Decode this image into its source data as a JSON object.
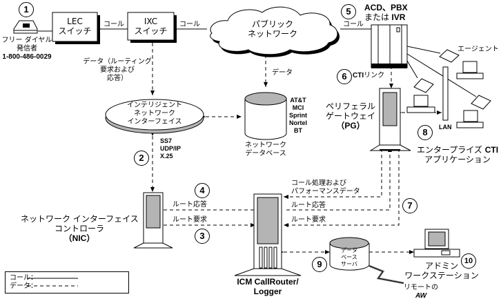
{
  "nodes": {
    "caller": {
      "line1": "フリー ダイヤル",
      "line2": "発信者",
      "phone": "1-800-486-0029"
    },
    "lec": {
      "line1": "LEC",
      "line2": "スイッチ"
    },
    "ixc": {
      "line1": "IXC",
      "line2": "スイッチ"
    },
    "public_network": {
      "line1": "パブリック",
      "line2": "ネットワーク"
    },
    "acd": {
      "line1": "ACD、PBX",
      "line2a": "または",
      "line2b": "IVR"
    },
    "agent": {
      "label": "エージェント"
    },
    "lan": {
      "label": "LAN"
    },
    "intelligent_network": {
      "line1": "インテリジェント",
      "line2": "ネットワーク",
      "line3": "インターフェイス"
    },
    "network_db": {
      "line1": "ネットワーク",
      "line2": "データベース",
      "carriers": [
        "AT&T",
        "MCI",
        "Sprint",
        "Nortel",
        "BT"
      ]
    },
    "pg": {
      "line1": "ペリフェラル",
      "line2": "ゲートウェイ",
      "line3": "（PG）"
    },
    "enterprise_cti": {
      "line1a": "エンタープライズ",
      "line1b": "CTI",
      "line2": "アプリケーション"
    },
    "nic": {
      "line1": "ネットワーク インターフェイス",
      "line2": "コントローラ",
      "line3": "（NIC）"
    },
    "callrouter": {
      "line1": "ICM CallRouter/",
      "line2": "Logger"
    },
    "db_server": {
      "line1": "データ",
      "line2": "ベース",
      "line3": "サーバ"
    },
    "admin_ws": {
      "line1": "アドミン",
      "line2": "ワークステーション"
    },
    "remote_aw": {
      "line1": "リモートの",
      "line2": "AW"
    }
  },
  "links": {
    "call_label": "コール",
    "data_routing": {
      "line1": "データ（ルーティング",
      "line2": "要求および",
      "line3": "応答）"
    },
    "data_label": "データ",
    "protocols": [
      "SS7",
      "UDP/IP",
      "X.25"
    ],
    "cti_link": {
      "bold": "CTI",
      "text": "リンク"
    },
    "route_response": "ルート応答",
    "route_request": "ルート要求",
    "call_processing": {
      "line1": "コール処理および",
      "line2": "パフォーマンスデータ"
    }
  },
  "steps": [
    "1",
    "2",
    "3",
    "4",
    "5",
    "6",
    "7",
    "8",
    "9",
    "10"
  ],
  "legend": {
    "call": "コール：",
    "data": "データ："
  }
}
